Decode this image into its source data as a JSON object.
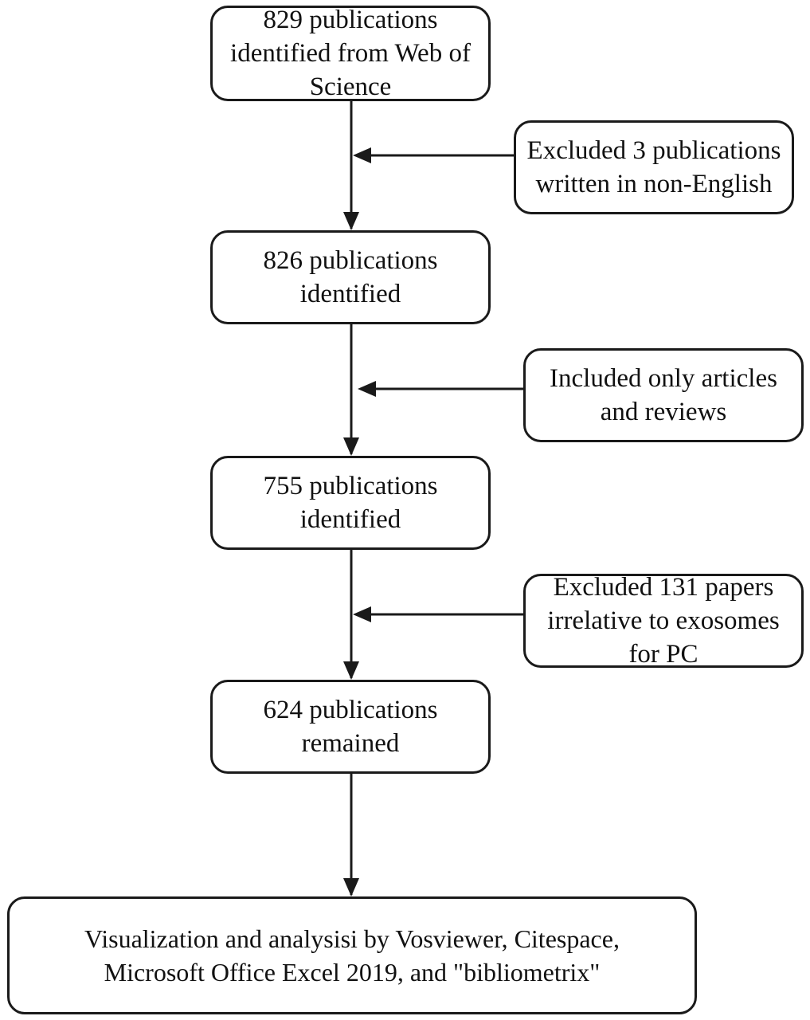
{
  "diagram": {
    "main_steps": [
      {
        "label": "829 publications\nidentified from Web of\nScience"
      },
      {
        "label": "826 publications\nidentified"
      },
      {
        "label": "755 publications\nidentified"
      },
      {
        "label": "624 publications\nremained"
      },
      {
        "label": "Visualization and analysisi by Vosviewer, Citespace,\nMicrosoft Office Excel 2019, and  \"bibliometrix\""
      }
    ],
    "side_steps": [
      {
        "label": "Excluded 3 publications\nwritten in non-English"
      },
      {
        "label": "Included only articles\nand reviews"
      },
      {
        "label": "Excluded 131 papers\nirrelative to exosomes\nfor PC"
      }
    ],
    "colors": {
      "stroke": "#1a1a1a",
      "background": "#ffffff",
      "text": "#111111"
    }
  }
}
